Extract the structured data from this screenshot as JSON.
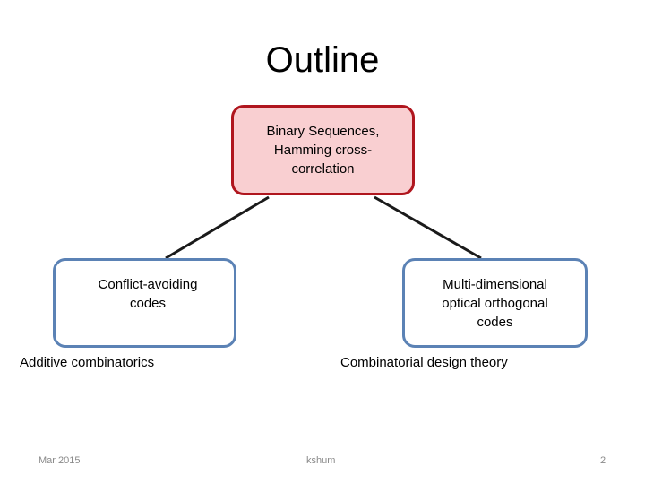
{
  "slide": {
    "title": "Outline"
  },
  "diagram": {
    "top_node": "Binary Sequences,\nHamming cross-\ncorrelation",
    "left_node": "Conflict-avoiding\ncodes",
    "right_node": "Multi-dimensional\noptical orthogonal\ncodes",
    "left_caption": "Additive combinatorics",
    "right_caption": "Combinatorial design theory"
  },
  "footer": {
    "date": "Mar 2015",
    "author": "kshum",
    "page": "2"
  },
  "colors": {
    "top_fill": "#f9cfd1",
    "top_border": "#b0161e",
    "child_border": "#5b82b5"
  }
}
